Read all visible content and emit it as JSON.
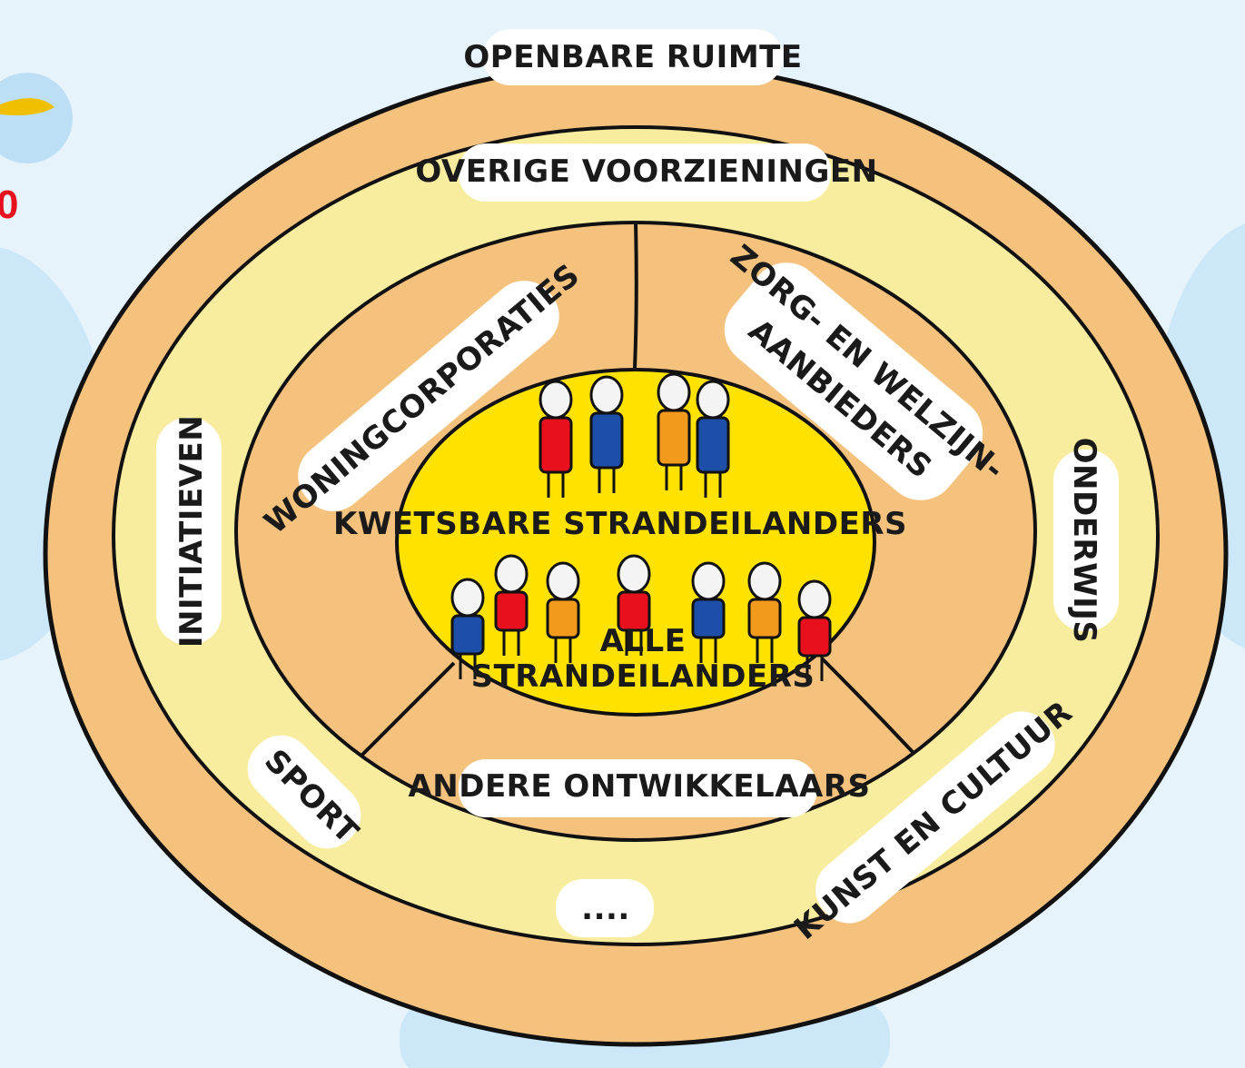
{
  "diagram": {
    "outer_ring": "OPENBARE RUIMTE",
    "middle_ring": {
      "title": "OVERIGE VOORZIENINGEN",
      "items": [
        "INITIATIEVEN",
        "ONDERWIJS",
        "SPORT",
        "KUNST EN CULTUUR",
        "...."
      ]
    },
    "inner_ring": {
      "segments": [
        "WONINGCORPORATIES",
        "ZORG- EN WELZIJN-",
        "AANBIEDERS",
        "ANDERE ONTWIKKELAARS"
      ]
    },
    "core": {
      "top": "KWETSBARE STRANDEILANDERS",
      "bottom_line1": "ALLE",
      "bottom_line2": "STRANDEILANDERS"
    }
  },
  "colors": {
    "background": "#e6f3fb",
    "outer_ring": "#f5c27e",
    "middle_ring": "#f8ec9e",
    "inner_ring": "#f5c27e",
    "core": "#ffe200",
    "figure_red": "#e8101c",
    "figure_blue": "#1d4fa8",
    "figure_orange": "#f29a1c"
  },
  "icons": [
    "person-figure-icon"
  ]
}
